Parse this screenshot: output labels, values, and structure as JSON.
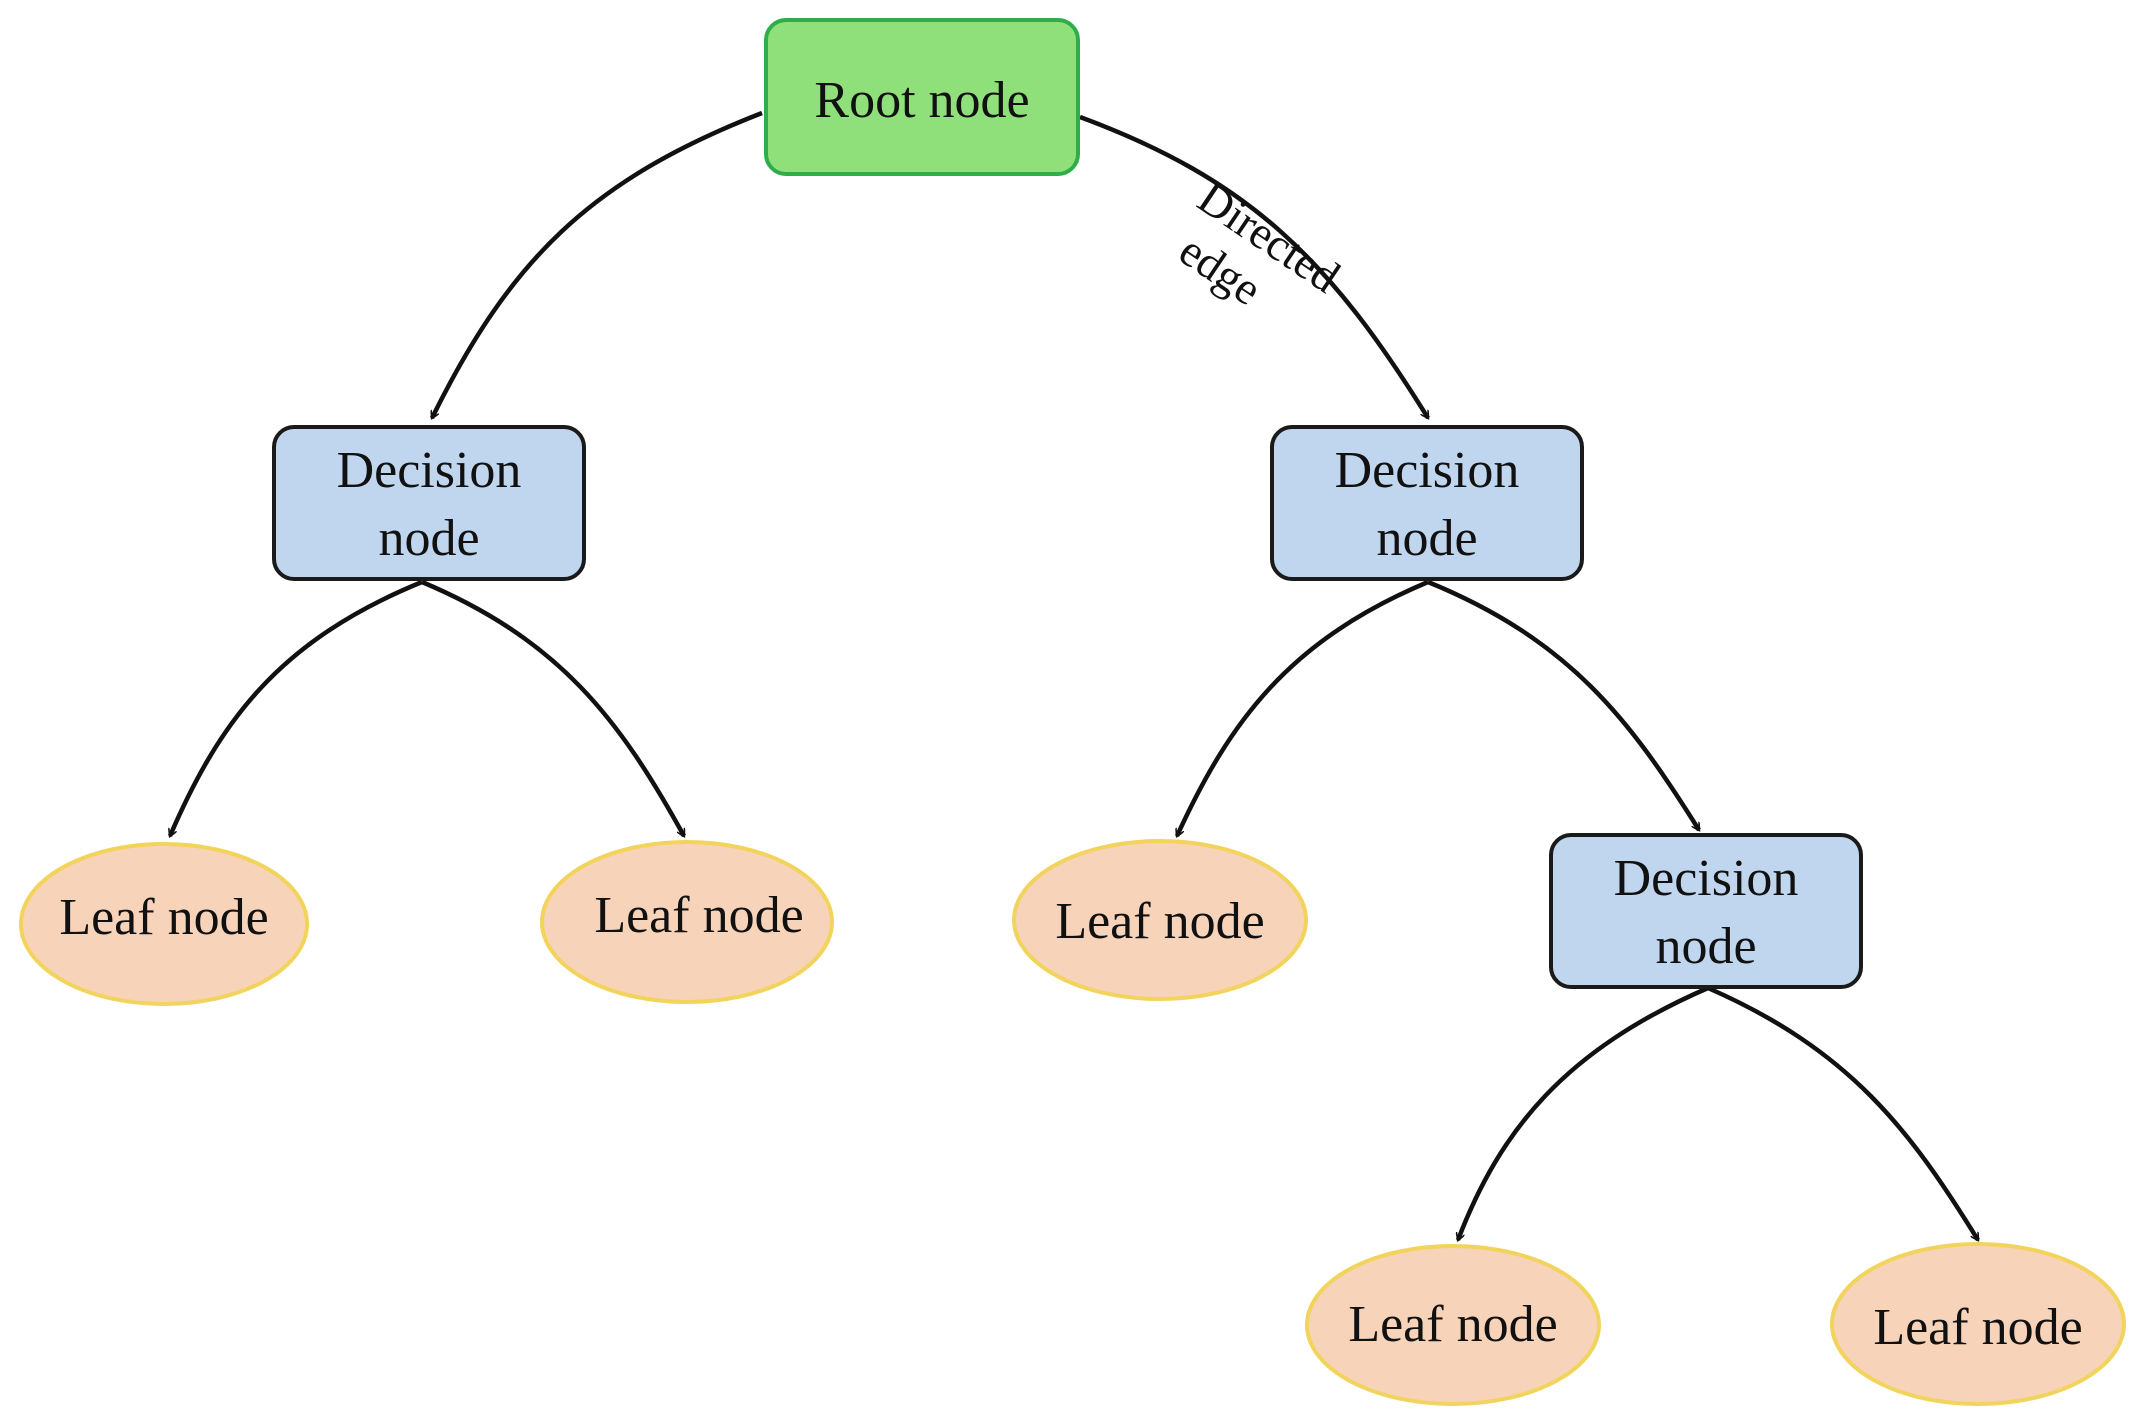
{
  "colors": {
    "root_fill": "#8FE07A",
    "root_stroke": "#2EAE48",
    "decision_fill": "#BFD6EE",
    "decision_stroke": "#1A1A1A",
    "leaf_fill": "#F7D3BA",
    "leaf_stroke": "#F2D35C",
    "edge": "#111111"
  },
  "root": {
    "label": "Root node"
  },
  "decision_nodes": [
    {
      "line1": "Decision",
      "line2": "node"
    },
    {
      "line1": "Decision",
      "line2": "node"
    },
    {
      "line1": "Decision",
      "line2": "node"
    }
  ],
  "leaf_nodes": [
    {
      "label": "Leaf node"
    },
    {
      "label": "Leaf node"
    },
    {
      "label": "Leaf node"
    },
    {
      "label": "Leaf node"
    },
    {
      "label": "Leaf node"
    }
  ],
  "edge_label": {
    "line1": "Directed",
    "line2": "edge"
  }
}
